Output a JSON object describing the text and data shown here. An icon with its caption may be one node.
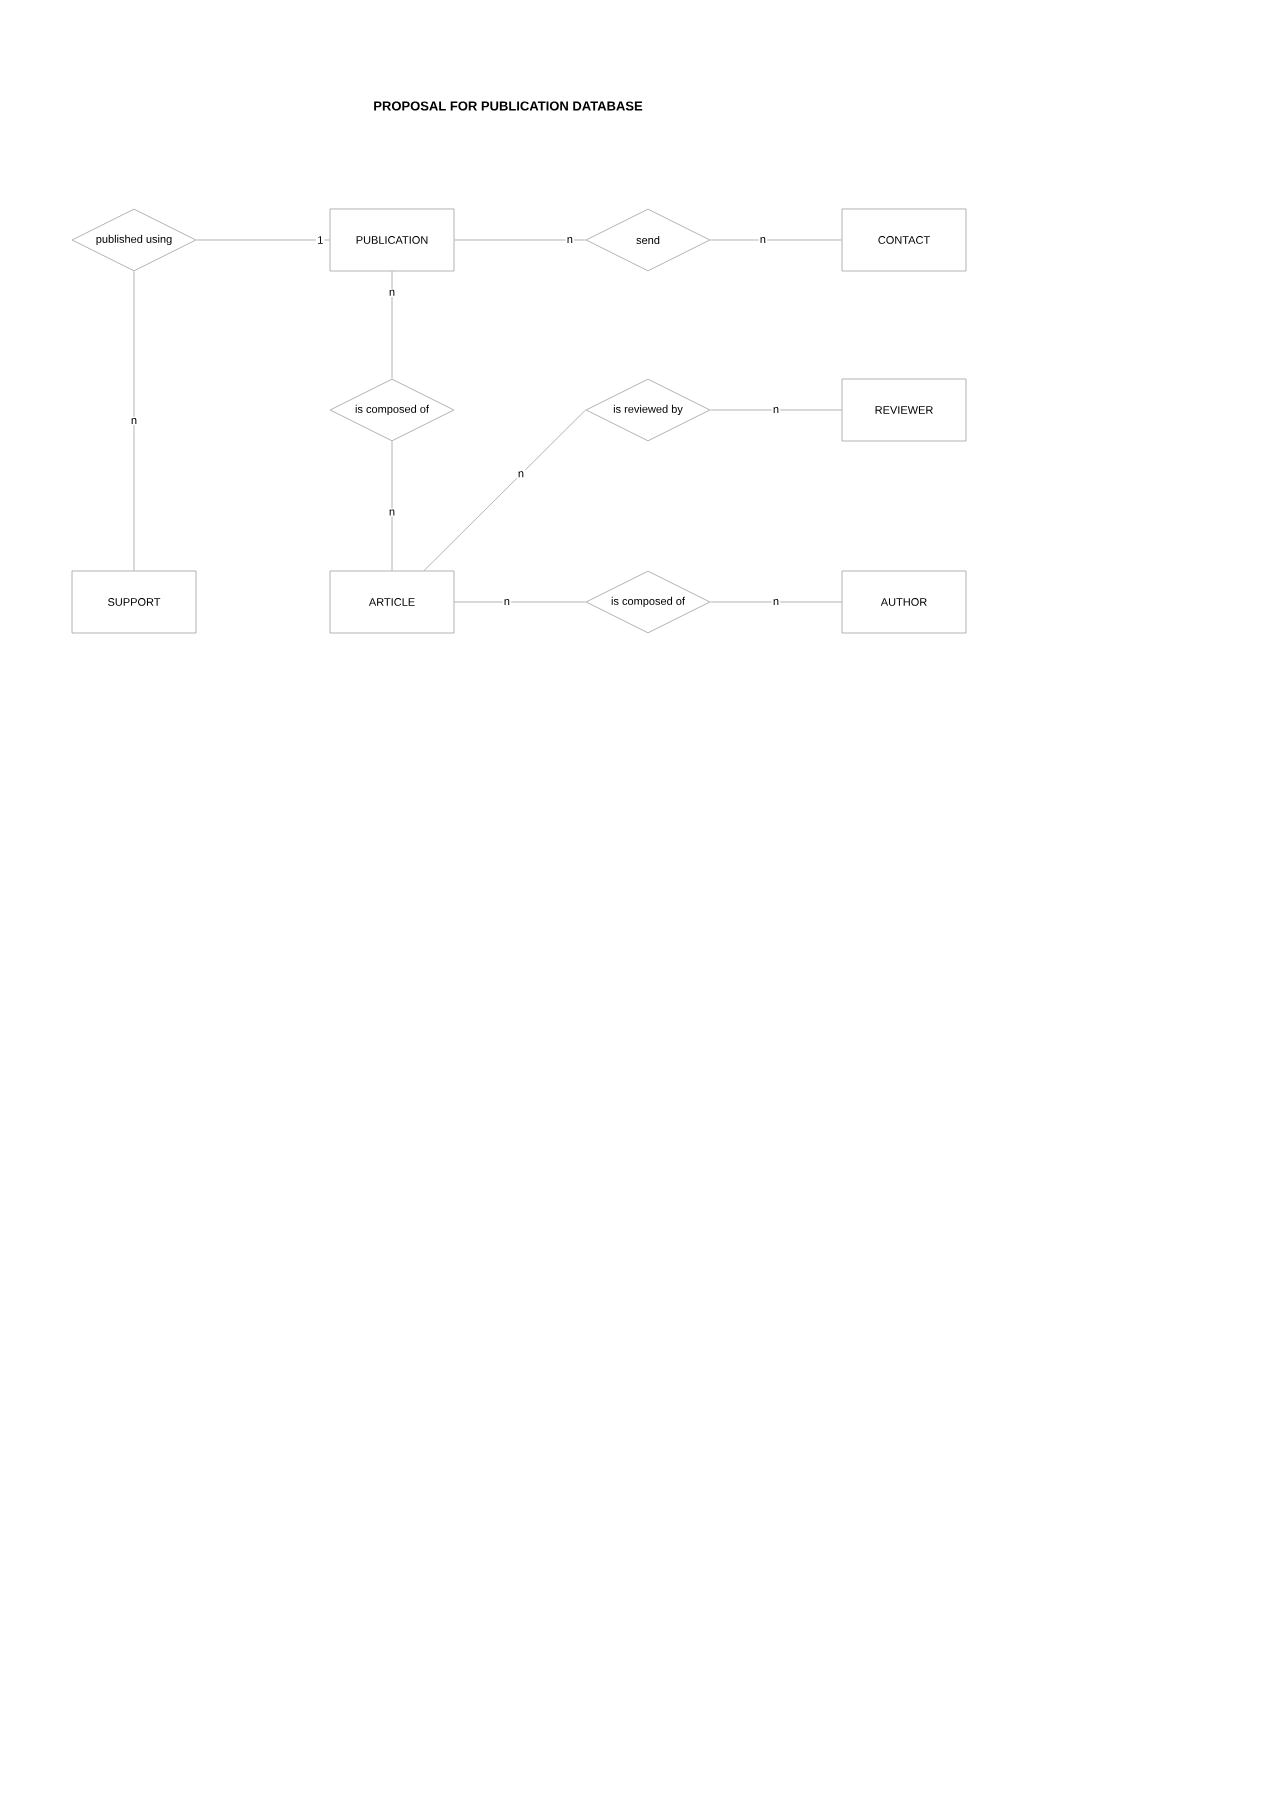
{
  "diagram": {
    "title": "PROPOSAL FOR PUBLICATION DATABASE",
    "nodes": [
      {
        "text": [
          "published using"
        ]
      },
      {
        "text": [
          "PUBLICATION"
        ]
      },
      {
        "text": [
          "send"
        ]
      },
      {
        "text": [
          "CONTACT"
        ]
      },
      {
        "text": [
          "is composed of"
        ]
      },
      {
        "text": [
          "is reviewed by"
        ]
      },
      {
        "text": [
          "REVIEWER"
        ]
      },
      {
        "text": [
          "SUPPORT"
        ]
      },
      {
        "text": [
          "ARTICLE"
        ]
      },
      {
        "text": [
          "is composed of"
        ]
      },
      {
        "text": [
          "AUTHOR"
        ]
      }
    ],
    "edges": [
      {
        "from": 0,
        "to": 1,
        "arrow": "none",
        "label": "1"
      },
      {
        "from": 1,
        "to": 2,
        "arrow": "none",
        "label": "n"
      },
      {
        "from": 2,
        "to": 3,
        "arrow": "none",
        "label": "n"
      },
      {
        "from": 0,
        "to": 7,
        "arrow": "none",
        "label": "n"
      },
      {
        "from": 1,
        "to": 4,
        "arrow": "none",
        "label": "n"
      },
      {
        "from": 4,
        "to": 8,
        "arrow": "none",
        "label": "n"
      },
      {
        "from": 8,
        "to": 5,
        "arrow": "none",
        "label": "n"
      },
      {
        "from": 5,
        "to": 6,
        "arrow": "none",
        "label": "n"
      },
      {
        "from": 8,
        "to": 9,
        "arrow": "none",
        "label": "n"
      },
      {
        "from": 9,
        "to": 10,
        "arrow": "none",
        "label": "n"
      }
    ]
  }
}
